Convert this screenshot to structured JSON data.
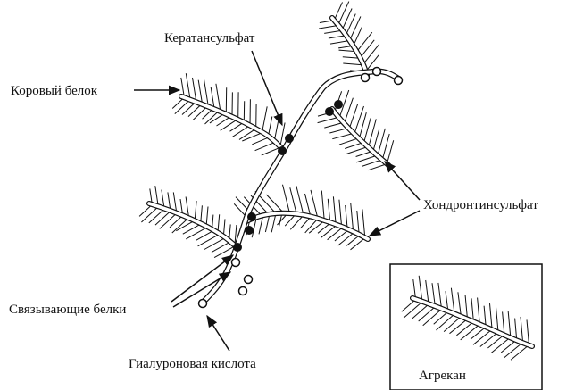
{
  "labels": {
    "keratan": "Кератансульфат",
    "core_protein": "Коровый белок",
    "chondroitin": "Хондронтинсульфат",
    "link_proteins": "Связывающие белки",
    "hyaluronic": "Гиалуроновая кислота",
    "aggrecan": "Агрекан"
  },
  "colors": {
    "ink": "#111111",
    "background": "#ffffff"
  }
}
